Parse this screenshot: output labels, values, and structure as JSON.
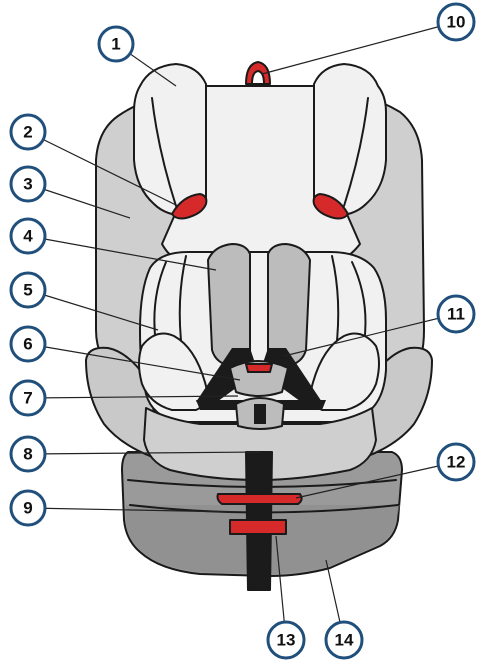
{
  "diagram": {
    "callouts": [
      {
        "id": "c1",
        "label": "1"
      },
      {
        "id": "c2",
        "label": "2"
      },
      {
        "id": "c3",
        "label": "3"
      },
      {
        "id": "c4",
        "label": "4"
      },
      {
        "id": "c5",
        "label": "5"
      },
      {
        "id": "c6",
        "label": "6"
      },
      {
        "id": "c7",
        "label": "7"
      },
      {
        "id": "c8",
        "label": "8"
      },
      {
        "id": "c9",
        "label": "9"
      },
      {
        "id": "c10",
        "label": "10"
      },
      {
        "id": "c11",
        "label": "11"
      },
      {
        "id": "c12",
        "label": "12"
      },
      {
        "id": "c13",
        "label": "13"
      },
      {
        "id": "c14",
        "label": "14"
      }
    ],
    "colors": {
      "callout_ring": "#1f4f7a",
      "accent_red": "#d62a2a",
      "seat_light": "#f1f1f1",
      "seat_mid": "#cfcfcf",
      "base": "#9a9a9a",
      "harness": "#1b1b1b"
    }
  }
}
